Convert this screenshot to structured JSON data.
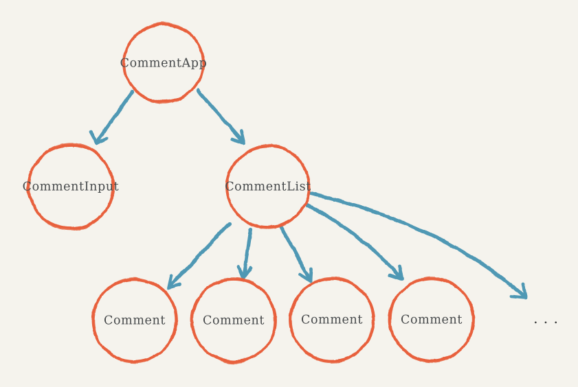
{
  "diagram": {
    "type": "component-tree",
    "nodes": [
      {
        "id": "comment-app",
        "label": "CommentApp"
      },
      {
        "id": "comment-input",
        "label": "CommentInput"
      },
      {
        "id": "comment-list",
        "label": "CommentList"
      },
      {
        "id": "comment-1",
        "label": "Comment"
      },
      {
        "id": "comment-2",
        "label": "Comment"
      },
      {
        "id": "comment-3",
        "label": "Comment"
      },
      {
        "id": "comment-4",
        "label": "Comment"
      }
    ],
    "edges": [
      {
        "from": "CommentApp",
        "to": "CommentInput"
      },
      {
        "from": "CommentApp",
        "to": "CommentList"
      },
      {
        "from": "CommentList",
        "to": "Comment"
      },
      {
        "from": "CommentList",
        "to": "Comment"
      },
      {
        "from": "CommentList",
        "to": "Comment"
      },
      {
        "from": "CommentList",
        "to": "Comment"
      },
      {
        "from": "CommentList",
        "to": "..."
      }
    ],
    "ellipsis": "...",
    "colors": {
      "background": "#f5f3ed",
      "node_stroke": "#e8603c",
      "arrow": "#5098b4",
      "label": "#46494b",
      "ellipsis": "#3c3e3e"
    }
  }
}
